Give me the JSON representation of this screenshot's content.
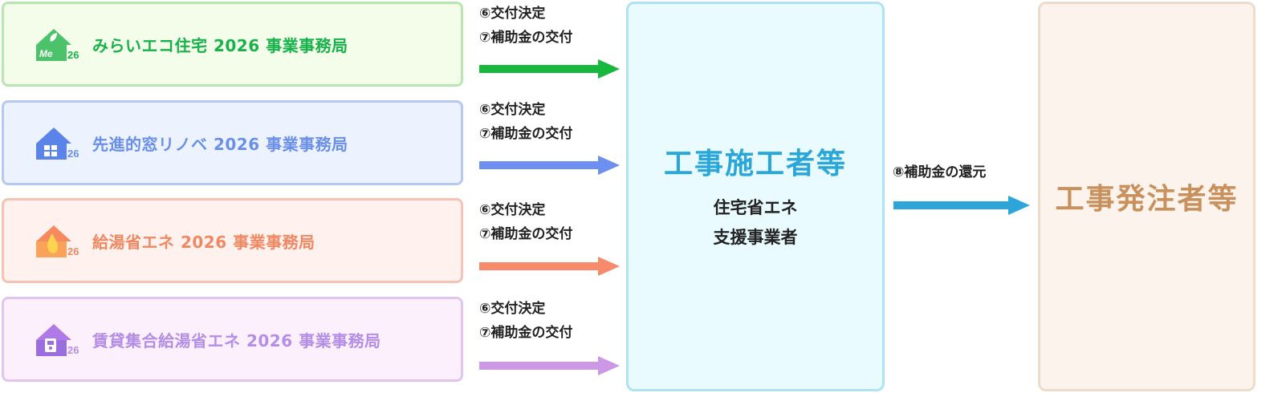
{
  "offices": [
    {
      "name": "みらいエコ住宅 2026 事業事務局",
      "logo_text": "Me",
      "logo_num": "26",
      "color": "#18b24a",
      "border": "#b8e6b0",
      "bg": "#f4fde9",
      "arrow": "#18b83f"
    },
    {
      "name": "先進的窓リノベ 2026 事業事務局",
      "logo_num": "26",
      "color": "#6a8fea",
      "border": "#b6c9f2",
      "bg": "#edf3fe",
      "arrow": "#6c8ff0"
    },
    {
      "name": "給湯省エネ 2026 事業事務局",
      "logo_num": "26",
      "color": "#f08862",
      "border": "#f6c2b4",
      "bg": "#fff1ee",
      "arrow": "#f88a6c"
    },
    {
      "name": "賃貸集合給湯省エネ 2026 事業事務局",
      "logo_num": "26",
      "color": "#b48ee6",
      "border": "#e0c5ef",
      "bg": "#fcf0fd",
      "arrow": "#cc98e6"
    }
  ],
  "flow_labels": {
    "step6": "⑥交付決定",
    "step7": "⑦補助金の交付",
    "step8": "⑧補助金の還元"
  },
  "center": {
    "title": "工事施工者等",
    "sub1": "住宅省エネ",
    "sub2": "支援事業者",
    "color": "#2aa7d8"
  },
  "right": {
    "title": "工事発注者等",
    "color": "#c8905c"
  },
  "return_arrow_color": "#2ca6d8"
}
